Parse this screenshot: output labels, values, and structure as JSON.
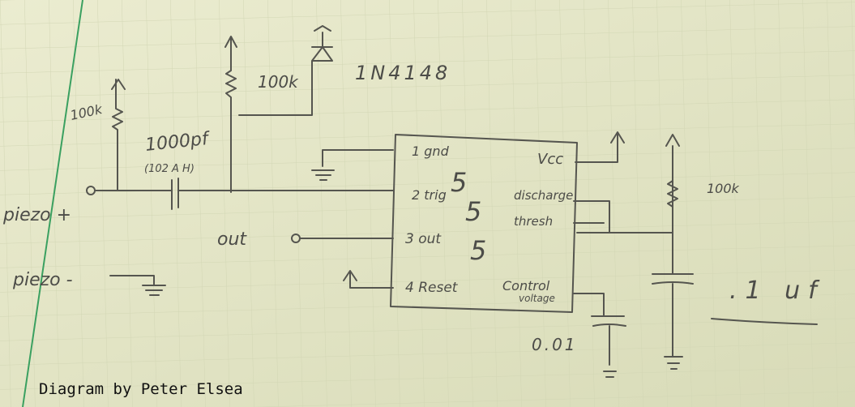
{
  "title": "555 piezo trigger circuit (hand-drawn)",
  "colors": {
    "paper": "#e3e5c6",
    "pencil": "#55554f",
    "margin_line": "#3aa060"
  },
  "left_circuit": {
    "resistor1": "100k",
    "capacitor": "1000pf",
    "capacitor_code": "(102 A H)",
    "resistor2": "100k",
    "diode": "1N4148",
    "piezo_plus": "piezo +",
    "piezo_minus": "piezo -",
    "out": "out"
  },
  "chip": {
    "name": "555",
    "name_chars": [
      "5",
      "5",
      "5"
    ],
    "pins_left": [
      "1 gnd",
      "2 trig",
      "3 out",
      "4 Reset"
    ],
    "pins_right": [
      "Vcc",
      "discharge",
      "thresh",
      "Control",
      "voltage"
    ]
  },
  "right_circuit": {
    "resistor": "100k",
    "cap_control": "0.01",
    "cap_timing": ".1 uf"
  },
  "credit": "Diagram by Peter Elsea"
}
